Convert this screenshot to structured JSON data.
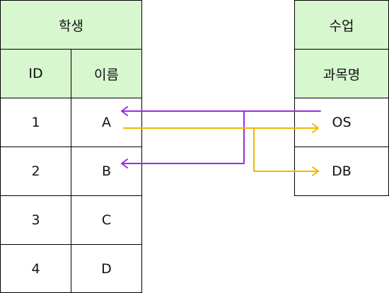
{
  "student_table": {
    "title": "학생",
    "columns": [
      "ID",
      "이름"
    ],
    "rows": [
      {
        "id": "1",
        "name": "A"
      },
      {
        "id": "2",
        "name": "B"
      },
      {
        "id": "3",
        "name": "C"
      },
      {
        "id": "4",
        "name": "D"
      }
    ]
  },
  "course_table": {
    "title": "수업",
    "column": "과목명",
    "rows": [
      "OS",
      "DB"
    ]
  },
  "colors": {
    "header_fill": "#d7f7cf",
    "purple_arrow": "#9b2ee0",
    "orange_arrow": "#f4b400"
  }
}
